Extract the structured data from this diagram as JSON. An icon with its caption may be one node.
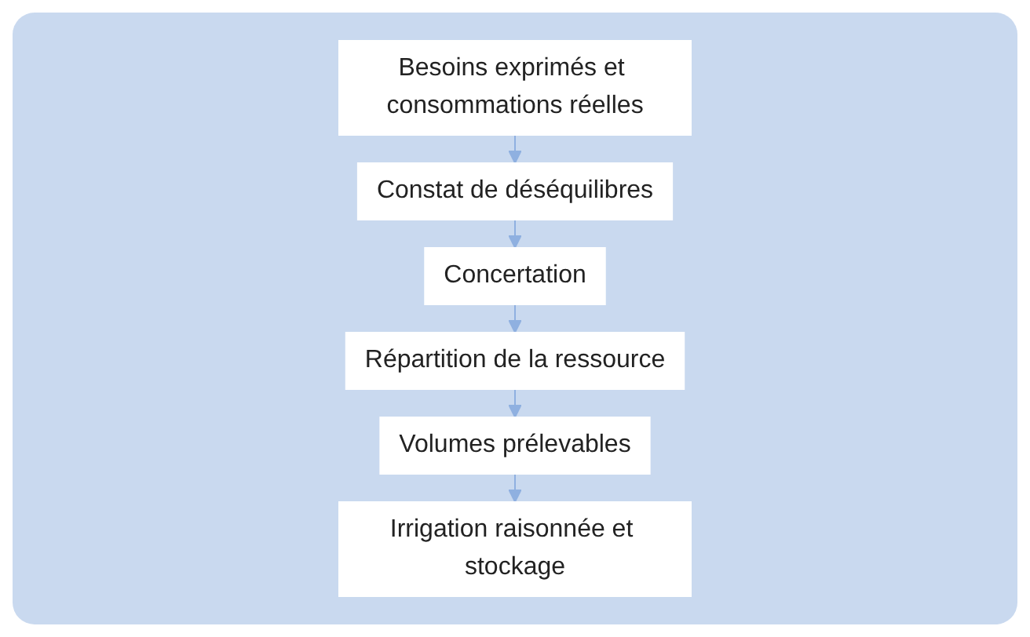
{
  "diagram": {
    "nodes": [
      {
        "text": [
          "Besoins exprimés et consommations réelles"
        ]
      },
      {
        "text": [
          "Constat de déséquilibres"
        ]
      },
      {
        "text": [
          "Concertation"
        ]
      },
      {
        "text": [
          "Répartition de la ressource"
        ]
      },
      {
        "text": [
          "Volumes prélevables"
        ]
      },
      {
        "text": [
          "Irrigation raisonnée et stockage"
        ]
      }
    ],
    "edges": [
      {
        "from": 0,
        "to": 1,
        "arrow": "to"
      },
      {
        "from": 1,
        "to": 2,
        "arrow": "to"
      },
      {
        "from": 2,
        "to": 3,
        "arrow": "to"
      },
      {
        "from": 3,
        "to": 4,
        "arrow": "to"
      },
      {
        "from": 4,
        "to": 5,
        "arrow": "to"
      }
    ]
  }
}
